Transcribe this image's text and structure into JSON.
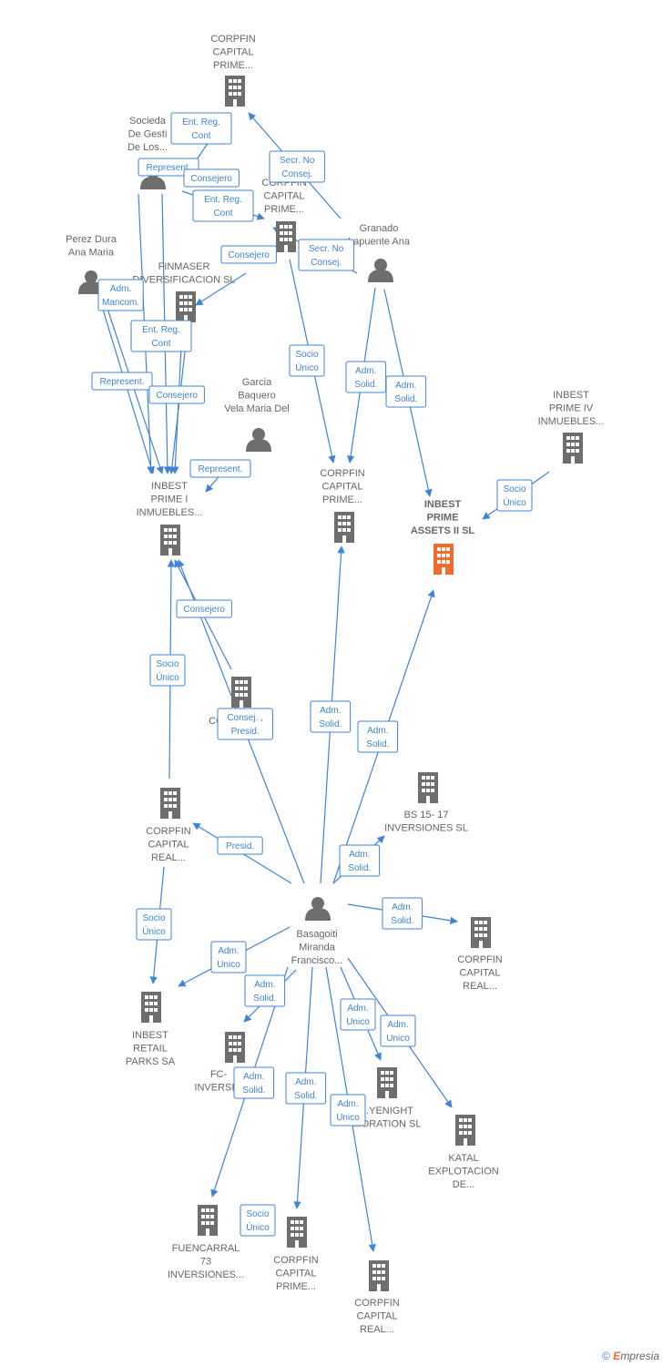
{
  "colors": {
    "edge": "#3f84d6",
    "node": "#6e6e6e",
    "main_node": "#f26b2c",
    "label": "#666666"
  },
  "nodes": [
    {
      "id": "n1",
      "kind": "company",
      "icon": "building-icon",
      "label": [
        "CORPFIN",
        "CAPITAL",
        "PRIME..."
      ]
    },
    {
      "id": "n2",
      "kind": "person",
      "icon": "person-icon",
      "label": [
        "Socieda",
        "De Gesti",
        "De Los..."
      ]
    },
    {
      "id": "n3",
      "kind": "company",
      "icon": "building-icon",
      "label": [
        "CORPFIN",
        "CAPITAL",
        "PRIME..."
      ]
    },
    {
      "id": "n4",
      "kind": "person",
      "icon": "person-icon",
      "label": [
        "Granado",
        "Lapuente Ana"
      ]
    },
    {
      "id": "n5",
      "kind": "person",
      "icon": "person-icon",
      "label": [
        "Perez Dura",
        "Ana Maria"
      ]
    },
    {
      "id": "n6",
      "kind": "company",
      "icon": "building-icon",
      "label": [
        "FINMASER",
        "DIVERSIFICACION SL"
      ]
    },
    {
      "id": "n7",
      "kind": "company",
      "icon": "building-icon",
      "label": [
        "INBEST",
        "PRIME IV",
        "INMUEBLES..."
      ]
    },
    {
      "id": "n8",
      "kind": "person",
      "icon": "person-icon",
      "label": [
        "Garcia",
        "Baquero",
        "Vela Maria Del"
      ]
    },
    {
      "id": "n9",
      "kind": "company",
      "icon": "building-icon",
      "label": [
        "INBEST",
        "PRIME I",
        "INMUEBLES..."
      ]
    },
    {
      "id": "n10",
      "kind": "company",
      "icon": "building-icon",
      "label": [
        "CORPFIN",
        "CAPITAL",
        "PRIME..."
      ]
    },
    {
      "id": "n11",
      "kind": "main",
      "icon": "building-icon",
      "label": [
        "INBEST",
        "PRIME",
        "ASSETS II  SL"
      ]
    },
    {
      "id": "n12",
      "kind": "company",
      "icon": "building-icon",
      "label": [
        "CO..."
      ]
    },
    {
      "id": "n13",
      "kind": "company",
      "icon": "building-icon",
      "label": [
        "BS 15- 17",
        "INVERSIONES SL"
      ]
    },
    {
      "id": "n14",
      "kind": "company",
      "icon": "building-icon",
      "label": [
        "CORPFIN",
        "CAPITAL",
        "REAL..."
      ]
    },
    {
      "id": "n15",
      "kind": "person",
      "icon": "person-icon",
      "label": [
        "Basagoiti",
        "Miranda",
        "Francisco..."
      ]
    },
    {
      "id": "n16",
      "kind": "company",
      "icon": "building-icon",
      "label": [
        "CORPFIN",
        "CAPITAL",
        "REAL..."
      ]
    },
    {
      "id": "n17",
      "kind": "company",
      "icon": "building-icon",
      "label": [
        "INBEST",
        "RETAIL",
        "PARKS SA"
      ]
    },
    {
      "id": "n18",
      "kind": "company",
      "icon": "building-icon",
      "label": [
        "FC-",
        "INVERSI..."
      ]
    },
    {
      "id": "n19",
      "kind": "company",
      "icon": "building-icon",
      "label": [
        "...YENIGHT",
        "...ORATION SL"
      ]
    },
    {
      "id": "n20",
      "kind": "company",
      "icon": "building-icon",
      "label": [
        "KATAL",
        "EXPLOTACION",
        "DE..."
      ]
    },
    {
      "id": "n21",
      "kind": "company",
      "icon": "building-icon",
      "label": [
        "FUENCARRAL",
        "73",
        "INVERSIONES..."
      ]
    },
    {
      "id": "n22",
      "kind": "company",
      "icon": "building-icon",
      "label": [
        "CORPFIN",
        "CAPITAL",
        "PRIME..."
      ]
    },
    {
      "id": "n23",
      "kind": "company",
      "icon": "building-icon",
      "label": [
        "CORPFIN",
        "CAPITAL",
        "REAL..."
      ]
    }
  ],
  "edges": [
    {
      "from": "n2",
      "to": "n1",
      "label": [
        "Ent.  Reg.",
        "Cont"
      ]
    },
    {
      "from": "n2",
      "to": "n9",
      "label": [
        "Represent."
      ]
    },
    {
      "from": "n2",
      "to": "n9",
      "label": [
        "Consejero"
      ]
    },
    {
      "from": "n2",
      "to": "n3",
      "label": [
        "Ent.  Reg.",
        "Cont"
      ]
    },
    {
      "from": "n4",
      "to": "n1",
      "label": [
        "Secr.  No",
        "Consej."
      ]
    },
    {
      "from": "n4",
      "to": "n3",
      "label": [
        "Secr.  No",
        "Consej."
      ]
    },
    {
      "from": "n3",
      "to": "n10",
      "label": [
        "Socio",
        "Único"
      ]
    },
    {
      "from": "n6",
      "to": "n3",
      "label": [
        "Consejero"
      ]
    },
    {
      "from": "n5",
      "to": "n9",
      "label": [
        "Adm.",
        "Mancom."
      ]
    },
    {
      "from": "n6",
      "to": "n9",
      "label": [
        "Ent.  Reg.",
        "Cont"
      ]
    },
    {
      "from": "n5",
      "to": "n9",
      "label": [
        "Represent."
      ]
    },
    {
      "from": "n6",
      "to": "n9",
      "label": [
        "Consejero"
      ]
    },
    {
      "from": "n4",
      "to": "n10",
      "label": [
        "Adm.",
        "Solid."
      ]
    },
    {
      "from": "n4",
      "to": "n11",
      "label": [
        "Adm.",
        "Solid."
      ]
    },
    {
      "from": "n7",
      "to": "n11",
      "label": [
        "Socio",
        "Único"
      ]
    },
    {
      "from": "n8",
      "to": "n9",
      "label": [
        "Represent."
      ]
    },
    {
      "from": "n12",
      "to": "n9",
      "label": [
        "Consejero"
      ]
    },
    {
      "from": "n14",
      "to": "n9",
      "label": [
        "Socio",
        "Único"
      ]
    },
    {
      "from": "n15",
      "to": "n9",
      "label": [
        "Consej. ,",
        "Presid."
      ]
    },
    {
      "from": "n15",
      "to": "n10",
      "label": [
        "Adm.",
        "Solid."
      ]
    },
    {
      "from": "n15",
      "to": "n11",
      "label": [
        "Adm.",
        "Solid."
      ]
    },
    {
      "from": "n15",
      "to": "n14",
      "label": [
        "Presid."
      ]
    },
    {
      "from": "n15",
      "to": "n13",
      "label": [
        "Adm.",
        "Solid."
      ]
    },
    {
      "from": "n15",
      "to": "n16",
      "label": [
        "Adm.",
        "Solid."
      ]
    },
    {
      "from": "n14",
      "to": "n17",
      "label": [
        "Socio",
        "Único"
      ]
    },
    {
      "from": "n15",
      "to": "n17",
      "label": [
        "Adm.",
        "Unico"
      ]
    },
    {
      "from": "n15",
      "to": "n18",
      "label": [
        "Adm.",
        "Solid."
      ]
    },
    {
      "from": "n15",
      "to": "n19",
      "label": [
        "Adm.",
        "Unico"
      ]
    },
    {
      "from": "n15",
      "to": "n20",
      "label": [
        "Adm.",
        "Unico"
      ]
    },
    {
      "from": "n15",
      "to": "n21",
      "label": [
        "Adm.",
        "Solid."
      ]
    },
    {
      "from": "n15",
      "to": "n22",
      "label": [
        "Adm.",
        "Solid."
      ]
    },
    {
      "from": "n15",
      "to": "n23",
      "label": [
        "Adm.",
        "Unico"
      ]
    },
    {
      "from": "n21",
      "to": "n22",
      "label": [
        "Socio",
        "Único"
      ]
    }
  ],
  "footer": {
    "copyright": "©",
    "brand_first": "E",
    "brand_rest": "mpresia"
  }
}
